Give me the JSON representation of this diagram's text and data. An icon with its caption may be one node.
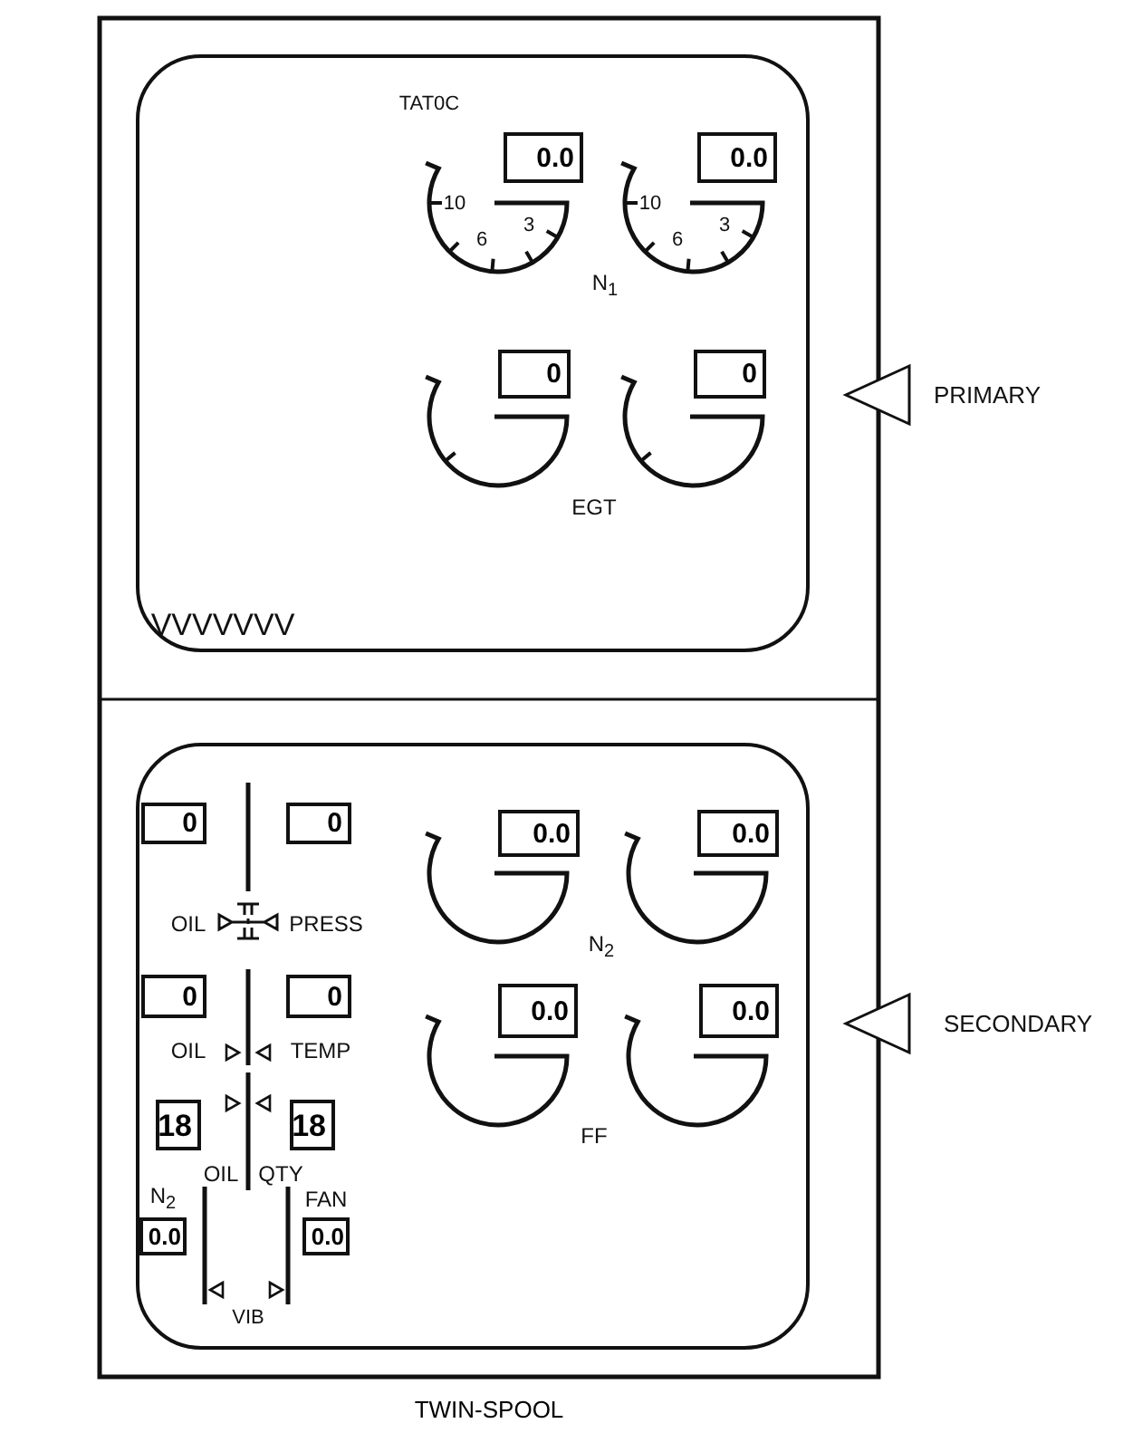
{
  "diagram": {
    "caption": "TWIN-SPOOL",
    "nodes": [
      {
        "text": [],
        "shape": "box"
      },
      {
        "text": [
          "0.0"
        ],
        "in": 0
      },
      {
        "text": [
          "0.0"
        ],
        "in": 0
      },
      {
        "text": [
          "0"
        ],
        "in": 0
      },
      {
        "text": [
          "0"
        ],
        "in": 0
      },
      {
        "text": [],
        "shape": "box"
      },
      {
        "text": [
          "0"
        ],
        "in": 5
      },
      {
        "text": [
          "0"
        ],
        "in": 5
      },
      {
        "text": [
          "0.0"
        ],
        "in": 5
      },
      {
        "text": [
          "0.0"
        ],
        "in": 5
      },
      {
        "text": [
          "0"
        ],
        "in": 5
      },
      {
        "text": [
          "0"
        ],
        "in": 5
      },
      {
        "text": [
          "18"
        ],
        "in": 5
      },
      {
        "text": [
          "18"
        ],
        "in": 5
      },
      {
        "text": [
          "0.0"
        ],
        "in": 5
      },
      {
        "text": [
          "0.0"
        ],
        "in": 5
      },
      {
        "text": [
          "0.0"
        ],
        "in": 5
      },
      {
        "text": [
          "0.0"
        ],
        "in": 5
      }
    ],
    "labels": [
      "TAT0C",
      "10",
      "6",
      "3",
      "10",
      "6",
      "3",
      "N$_{1}$",
      "PRIMARY",
      "EGT",
      "VVVVVVV",
      "OIL",
      "PRESS",
      "N$_{2}$",
      "SECONDARY",
      "OIL",
      "TEMP",
      "FF",
      "OIL",
      "QTY",
      "N$_{2}$",
      "FAN",
      "VIB"
    ]
  }
}
